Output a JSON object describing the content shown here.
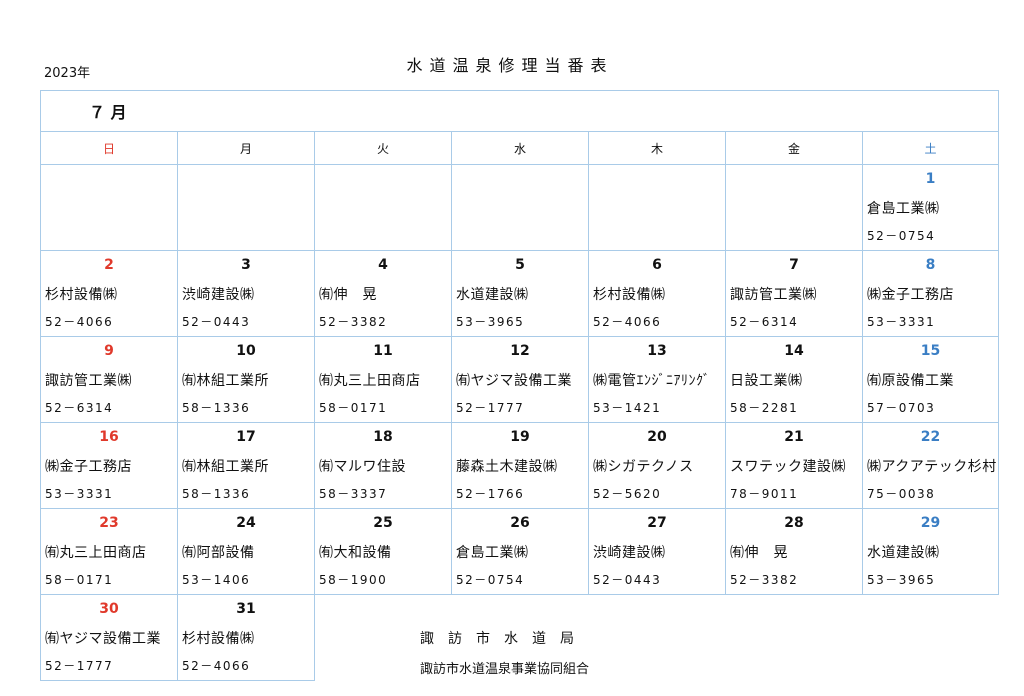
{
  "header": {
    "year": "2023年",
    "title": "水道温泉修理当番表"
  },
  "month_label": "７ 月",
  "weekdays": [
    "日",
    "月",
    "火",
    "水",
    "木",
    "金",
    "土"
  ],
  "colors": {
    "sunday": "#e0392b",
    "saturday": "#3a7ec4",
    "grid": "#a9cbe8"
  },
  "weeks": [
    [
      null,
      null,
      null,
      null,
      null,
      null,
      {
        "day": "1",
        "name": "倉島工業㈱",
        "phone": "52－0754"
      }
    ],
    [
      {
        "day": "2",
        "name": "杉村設備㈱",
        "phone": "52－4066"
      },
      {
        "day": "3",
        "name": "渋崎建設㈱",
        "phone": "52－0443"
      },
      {
        "day": "4",
        "name": "㈲伸　晃",
        "phone": "52－3382"
      },
      {
        "day": "5",
        "name": "水道建設㈱",
        "phone": "53－3965"
      },
      {
        "day": "6",
        "name": "杉村設備㈱",
        "phone": "52－4066"
      },
      {
        "day": "7",
        "name": "諏訪管工業㈱",
        "phone": "52－6314"
      },
      {
        "day": "8",
        "name": "㈱金子工務店",
        "phone": "53－3331"
      }
    ],
    [
      {
        "day": "9",
        "name": "諏訪管工業㈱",
        "phone": "52－6314"
      },
      {
        "day": "10",
        "name": "㈲林組工業所",
        "phone": "58－1336"
      },
      {
        "day": "11",
        "name": "㈲丸三上田商店",
        "phone": "58－0171"
      },
      {
        "day": "12",
        "name": "㈲ヤジマ設備工業",
        "phone": "52－1777"
      },
      {
        "day": "13",
        "name": "㈱電管ｴﾝｼﾞﾆｱﾘﾝｸﾞ",
        "phone": "53－1421"
      },
      {
        "day": "14",
        "name": "日設工業㈱",
        "phone": "58－2281"
      },
      {
        "day": "15",
        "name": "㈲原設備工業",
        "phone": "57－0703"
      }
    ],
    [
      {
        "day": "16",
        "name": "㈱金子工務店",
        "phone": "53－3331"
      },
      {
        "day": "17",
        "name": "㈲林組工業所",
        "phone": "58－1336"
      },
      {
        "day": "18",
        "name": "㈲マルワ住設",
        "phone": "58－3337"
      },
      {
        "day": "19",
        "name": "藤森土木建設㈱",
        "phone": "52－1766"
      },
      {
        "day": "20",
        "name": "㈱シガテクノス",
        "phone": "52－5620"
      },
      {
        "day": "21",
        "name": "スワテック建設㈱",
        "phone": "78－9011"
      },
      {
        "day": "22",
        "name": "㈱アクアテック杉村",
        "phone": "75－0038"
      }
    ],
    [
      {
        "day": "23",
        "name": "㈲丸三上田商店",
        "phone": "58－0171"
      },
      {
        "day": "24",
        "name": "㈲阿部設備",
        "phone": "53－1406"
      },
      {
        "day": "25",
        "name": "㈲大和設備",
        "phone": "58－1900"
      },
      {
        "day": "26",
        "name": "倉島工業㈱",
        "phone": "52－0754"
      },
      {
        "day": "27",
        "name": "渋崎建設㈱",
        "phone": "52－0443"
      },
      {
        "day": "28",
        "name": "㈲伸　晃",
        "phone": "52－3382"
      },
      {
        "day": "29",
        "name": "水道建設㈱",
        "phone": "53－3965"
      }
    ],
    [
      {
        "day": "30",
        "name": "㈲ヤジマ設備工業",
        "phone": "52－1777"
      },
      {
        "day": "31",
        "name": "杉村設備㈱",
        "phone": "52－4066"
      }
    ]
  ],
  "footer": {
    "line1": "諏訪市水道局",
    "line2": "諏訪市水道温泉事業協同組合"
  }
}
